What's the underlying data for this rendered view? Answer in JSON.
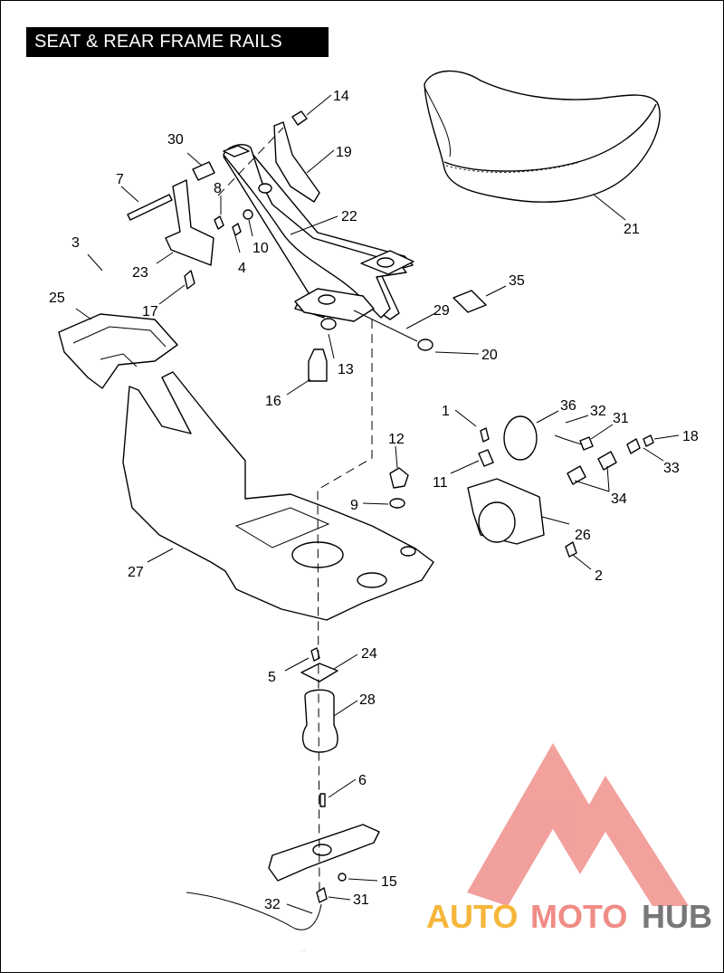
{
  "title": "SEAT & REAR FRAME RAILS",
  "callouts": [
    "1",
    "2",
    "3",
    "4",
    "5",
    "6",
    "7",
    "8",
    "9",
    "10",
    "11",
    "12",
    "13",
    "14",
    "15",
    "16",
    "17",
    "18",
    "19",
    "20",
    "21",
    "22",
    "23",
    "24",
    "25",
    "26",
    "27",
    "28",
    "29",
    "30",
    "31",
    "32",
    "33",
    "34",
    "35",
    "36"
  ],
  "watermark": {
    "word_a": "AUTO",
    "word_b": "MOTO",
    "word_c": "HUB",
    "colors": {
      "auto": "#f5b63b",
      "moto": "#f08c86",
      "hub": "#777777",
      "logo": "#f0908c"
    }
  },
  "footer_text": "..."
}
